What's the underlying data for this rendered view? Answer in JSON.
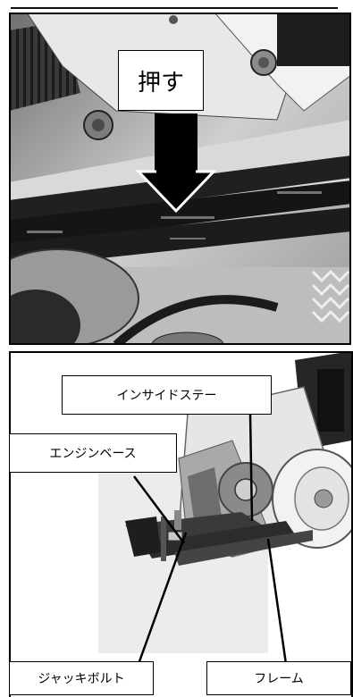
{
  "photo_top": {
    "label_push": "押す"
  },
  "photo_bottom": {
    "label_inside_stay": "インサイドステー",
    "label_engine_base": "エンジンベース",
    "label_jack_bolt": "ジャッキボルト",
    "label_frame": "フレーム"
  }
}
